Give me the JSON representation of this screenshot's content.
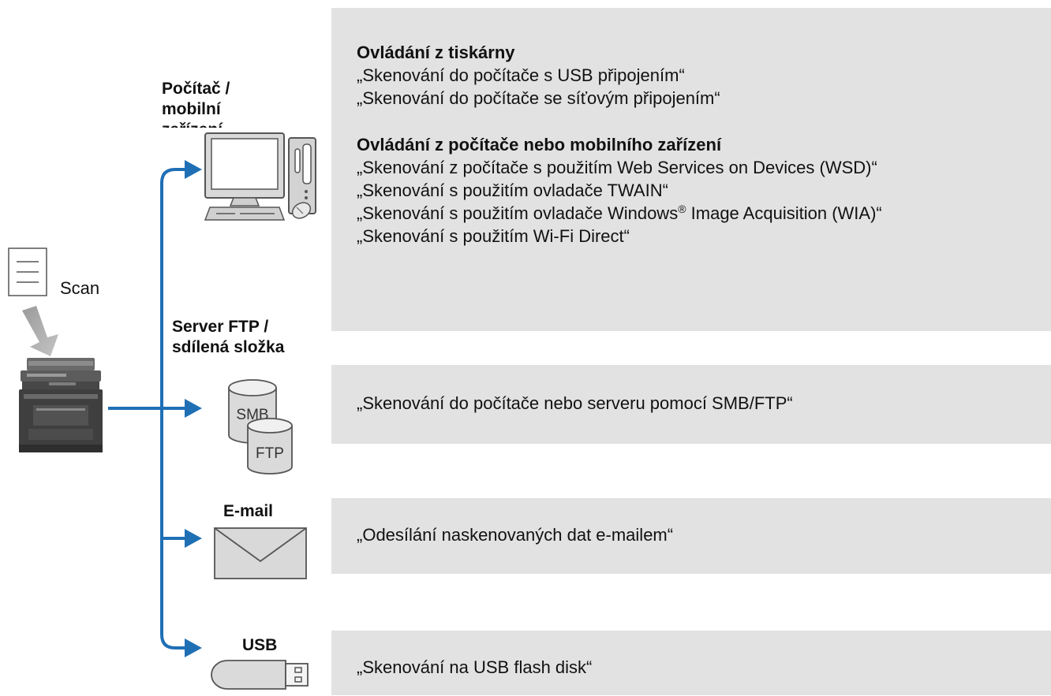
{
  "source": {
    "scan_label": "Scan"
  },
  "destinations": [
    {
      "label_lines": [
        "Počítač /",
        "mobilní",
        "zařízení"
      ],
      "icon": "computer-icon",
      "box": {
        "sections": [
          {
            "heading": "Ovládání z tiskárny",
            "lines": [
              "„Skenování do počítače s USB připojením“",
              "„Skenování do počítače se síťovým připojením“"
            ]
          },
          {
            "heading": "Ovládání z počítače nebo mobilního zařízení",
            "lines": [
              "„Skenování z počítače s použitím Web Services on Devices (WSD)“",
              "„Skenování s použitím ovladače TWAIN“",
              "„Skenování s použitím ovladače Windows",
              "®",
              " Image Acquisition (WIA)“",
              "„Skenování s použitím Wi-Fi Direct“"
            ]
          }
        ]
      }
    },
    {
      "label_lines": [
        "Server FTP /",
        "sdílená složka"
      ],
      "icon": "smb-ftp-storage-icon",
      "icon_text": [
        "SMB",
        "FTP"
      ],
      "box": {
        "text": "„Skenování do počítače nebo serveru pomocí SMB/FTP“"
      }
    },
    {
      "label_lines": [
        "E-mail"
      ],
      "icon": "envelope-icon",
      "box": {
        "text": "„Odesílání naskenovaných dat e-mailem“"
      }
    },
    {
      "label_lines": [
        "USB"
      ],
      "icon": "usb-flash-drive-icon",
      "box": {
        "text": "„Skenování na USB flash disk“"
      }
    }
  ],
  "colors": {
    "arrow": "#1f6fb5",
    "box_background": "#e2e2e2",
    "icon_stroke": "#555555"
  }
}
